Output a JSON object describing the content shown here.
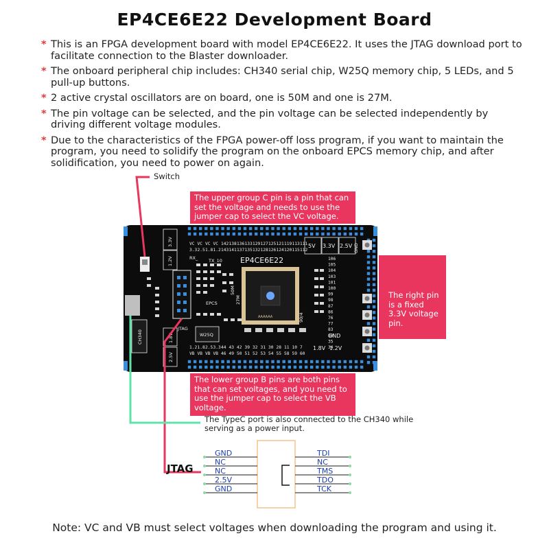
{
  "title": "EP4CE6E22 Development Board",
  "bullets": [
    "This is an FPGA development board with model EP4CE6E22. It uses the JTAG download port to facilitate connection to the Blaster downloader.",
    "The onboard peripheral chip includes: CH340 serial chip, W25Q memory chip, 5 LEDs, and 5 pull-up buttons.",
    "2 active crystal oscillators are on board, one is 50M and one is 27M.",
    "The pin voltage can be selected, and the pin voltage can be selected independently by driving different voltage modules.",
    "Due to the characteristics of the FPGA power-off loss program, if you want to maintain the program, you need to solidify the program on the onboard EPCS memory chip, and after solidification, you need to power on again."
  ],
  "bullet_marker": "*",
  "labels": {
    "switch": "Switch",
    "jtag": "JTAG",
    "typec": "The TypeC port is also connected to the CH340 while serving as a power input."
  },
  "callouts": {
    "upper_c": "The upper group C pin is a pin that can set the voltage and needs to use the jumper cap to select the VC voltage.",
    "right": "The right pin is a fixed 3.3V voltage pin.",
    "lower_b": "The lower group B pins are both pins that can set voltages, and you need to use the jumper cap to select the VB voltage."
  },
  "board": {
    "chip_label": "EP4CE6E22",
    "top_header_labels": [
      "VC",
      "VC",
      "VC",
      "VC",
      "142",
      "138",
      "136",
      "133",
      "129",
      "127",
      "125",
      "121",
      "119",
      "113",
      "111"
    ],
    "top_header_labels2": [
      "3.3",
      "2.5",
      "1.8",
      "1.2",
      "143",
      "141",
      "137",
      "135",
      "132",
      "128",
      "126",
      "124",
      "120",
      "115",
      "112"
    ],
    "voltage_labels_top": [
      "5V",
      "3.3V",
      "2.5V",
      "GND"
    ],
    "right_column_labels": [
      "106",
      "105",
      "104",
      "103",
      "101",
      "100",
      "99",
      "98",
      "87",
      "86",
      "76",
      "77",
      "83",
      "80",
      "35",
      "34"
    ],
    "bottom_header_labels": [
      "1.2",
      "1.8",
      "2.5",
      "3.3",
      "44",
      "43",
      "42",
      "39",
      "32",
      "31",
      "30",
      "28",
      "11",
      "10",
      "7"
    ],
    "bottom_header_labels2": [
      "VB",
      "VB",
      "VB",
      "VB",
      "46",
      "49",
      "50",
      "51",
      "52",
      "53",
      "54",
      "55",
      "58",
      "59",
      "60"
    ],
    "voltage_labels_bottom": [
      "1.8V",
      "1.2V"
    ],
    "side_labels": [
      "3.3V",
      "1.2V",
      "2.5V",
      "1.8V",
      "CH340",
      "EPCS",
      "W25Q",
      "JTAG",
      "TX_10",
      "RX_",
      "GND",
      "50M",
      "27M",
      "90/4"
    ],
    "small_text": "AAAAAA"
  },
  "jtag_pins_left": [
    "GND",
    "NC",
    "NC",
    "2.5V",
    "GND"
  ],
  "jtag_pins_right": [
    "TDI",
    "NC",
    "TMS",
    "TDO",
    "TCK"
  ],
  "note": "Note: VC and VB must select voltages when downloading the program and using it.",
  "colors": {
    "red_accent": "#e8365e",
    "pcb": "#0c0c0c",
    "silk": "#f0f0f0",
    "pin_blue": "#3a8fdc",
    "typec_line": "#5fe3a8",
    "jtag_box": "#f2c48a",
    "bullet_star": "#e23a3a",
    "chip": "#d9c497"
  },
  "icons": [
    "chip-icon",
    "header-pin-icon",
    "button-icon",
    "led-icon"
  ]
}
